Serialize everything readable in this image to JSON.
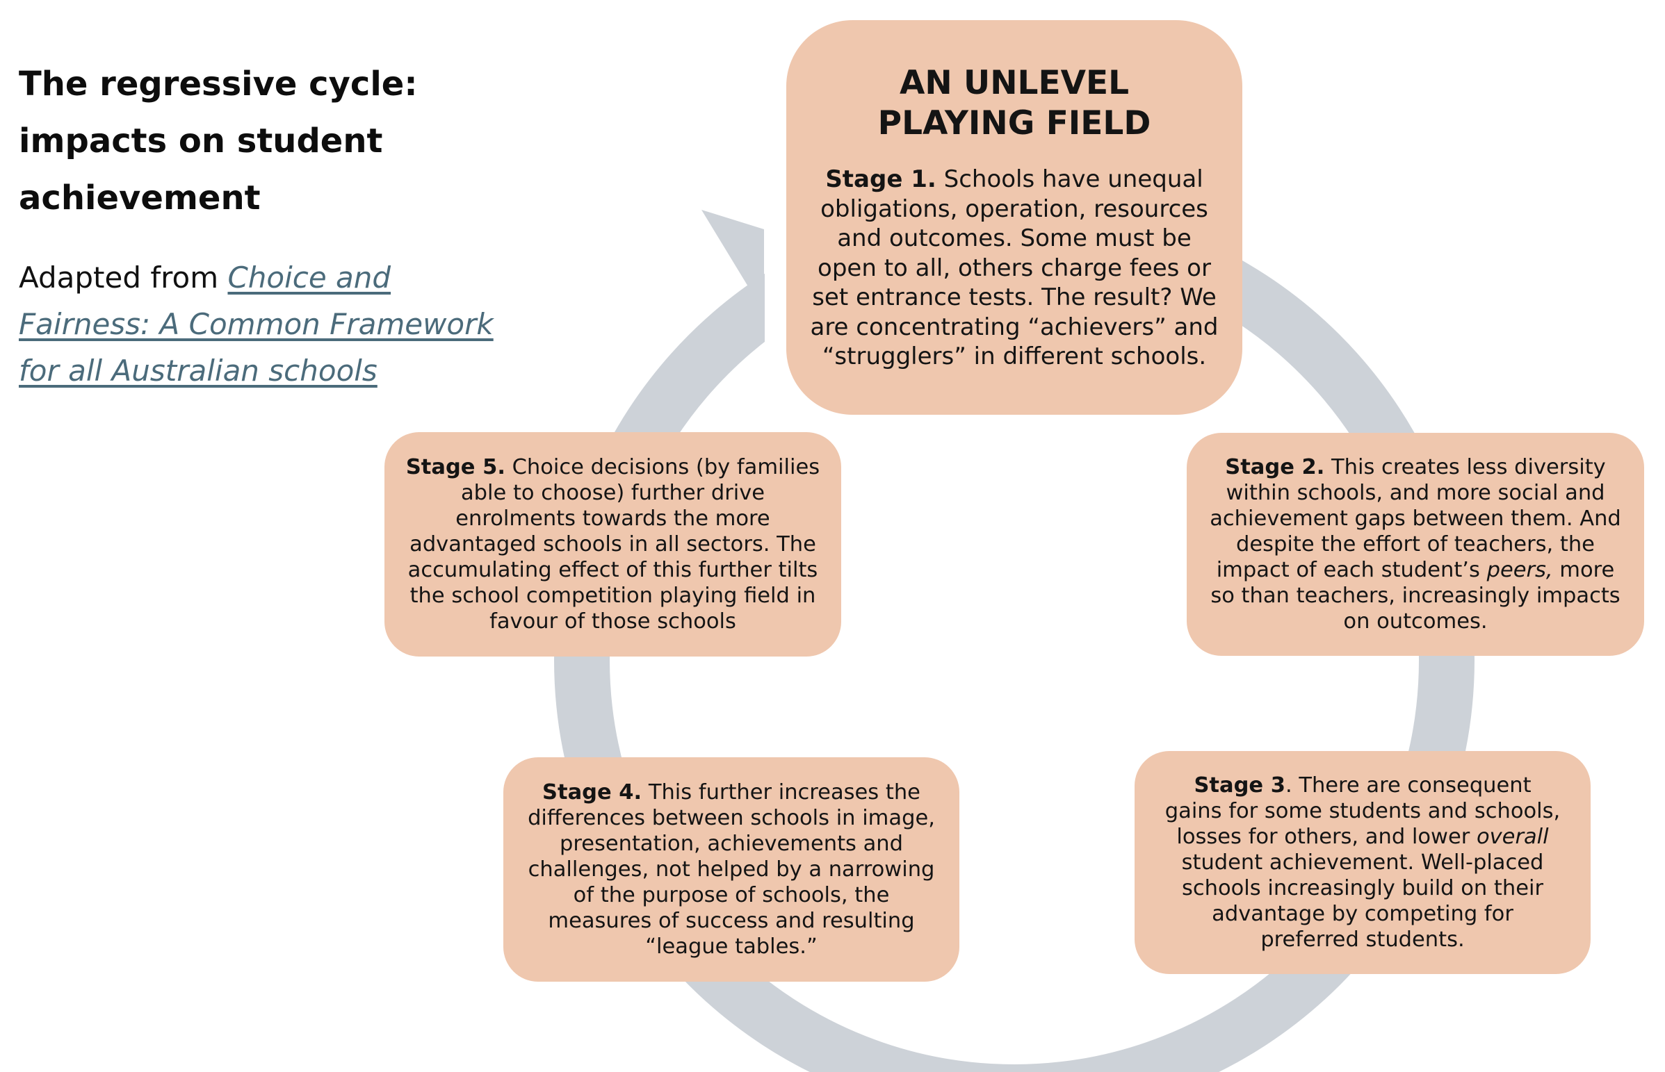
{
  "heading": "The regressive cycle: impacts on student achievement",
  "source": {
    "prefix": "Adapted from ",
    "link_text": "Choice and Fairness: A Common Framework for all Australian schools"
  },
  "colors": {
    "box_fill": "#efc7ae",
    "arrow": "#cdd2d8",
    "link": "#4b6b7b"
  },
  "stage1": {
    "title": "AN UNLEVEL PLAYING FIELD",
    "label": "Stage 1.",
    "text": " Schools have unequal obligations, operation, resources and outcomes. Some must be open to all, others charge fees or set entrance tests. The result? We are concentrating “achievers” and “strugglers” in different schools."
  },
  "stage2": {
    "label": "Stage 2.",
    "text_before": " This creates less diversity within schools, and more social and achievement gaps between them. And despite the effort of teachers, the impact of each student’s ",
    "emphasis": "peers,",
    "text_after": "  more so than teachers, increasingly impacts on outcomes."
  },
  "stage3": {
    "label": "Stage 3",
    "text_before": ". There are consequent gains for some students and schools, losses for others, and lower ",
    "emphasis": "overall",
    "text_after": " student achievement. Well-placed schools increasingly build on their advantage by competing for preferred students."
  },
  "stage4": {
    "label": "Stage 4.",
    "text": " This further increases the differences between schools in image, presentation, achievements and challenges, not helped by a narrowing of the purpose of schools, the measures of success and resulting “league tables.”"
  },
  "stage5": {
    "label": "Stage 5.",
    "text": " Choice decisions (by families able to choose) further drive enrolments towards the more advantaged schools in all sectors. The accumulating effect of this further tilts the school competition playing field in favour of those schools"
  }
}
